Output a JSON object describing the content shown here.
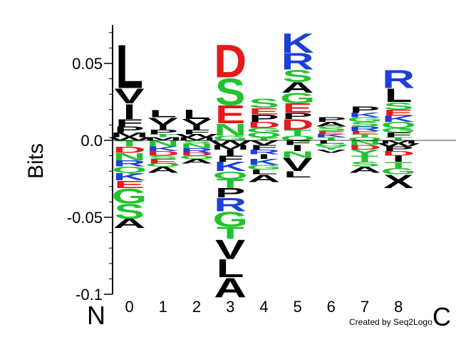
{
  "chart_data": {
    "type": "sequence_logo",
    "title": "",
    "ylabel": "Bits",
    "ylim": [
      -0.1,
      0.075
    ],
    "y_ticks": [
      {
        "value": 0.05,
        "label": "0.05"
      },
      {
        "value": 0.0,
        "label": "0.0"
      },
      {
        "value": -0.05,
        "label": "-0.05"
      },
      {
        "value": -0.1,
        "label": "-0.1"
      }
    ],
    "positions": [
      "0",
      "1",
      "2",
      "3",
      "4",
      "5",
      "6",
      "7",
      "8"
    ],
    "n_terminus_label": "N",
    "c_terminus_label": "C",
    "credit": "Created by Seq2Logo",
    "colors": {
      "acidic": "#e41a1c",
      "basic": "#1e3fd8",
      "polar": "#22c32e",
      "hydrophobic": "#000000"
    },
    "columns": [
      {
        "position": "0",
        "above": [
          {
            "l": "L",
            "h": 0.029
          },
          {
            "l": "V",
            "h": 0.01
          },
          {
            "l": "I",
            "h": 0.01
          },
          {
            "l": "F",
            "h": 0.005
          },
          {
            "l": "P",
            "h": 0.004
          },
          {
            "l": "M",
            "h": 0.003
          },
          {
            "l": "W",
            "h": 0.002
          }
        ],
        "below": [
          {
            "l": "T",
            "h": 0.004
          },
          {
            "l": "D",
            "h": 0.004
          },
          {
            "l": "N",
            "h": 0.005
          },
          {
            "l": "R",
            "h": 0.004
          },
          {
            "l": "Q",
            "h": 0.004
          },
          {
            "l": "K",
            "h": 0.005
          },
          {
            "l": "E",
            "h": 0.005
          },
          {
            "l": "G",
            "h": 0.01
          },
          {
            "l": "S",
            "h": 0.01
          },
          {
            "l": "A",
            "h": 0.006
          }
        ]
      },
      {
        "position": "1",
        "above": [
          {
            "l": "L",
            "h": 0.005
          },
          {
            "l": "V",
            "h": 0.005
          },
          {
            "l": "I",
            "h": 0.003
          },
          {
            "l": "P",
            "h": 0.003
          },
          {
            "l": "T",
            "h": 0.002
          },
          {
            "l": "M",
            "h": 0.002
          }
        ],
        "below": [
          {
            "l": "N",
            "h": 0.004
          },
          {
            "l": "K",
            "h": 0.003
          },
          {
            "l": "D",
            "h": 0.003
          },
          {
            "l": "S",
            "h": 0.002
          },
          {
            "l": "E",
            "h": 0.003
          },
          {
            "l": "Q",
            "h": 0.002
          },
          {
            "l": "A",
            "h": 0.004
          }
        ]
      },
      {
        "position": "2",
        "above": [
          {
            "l": "L",
            "h": 0.006
          },
          {
            "l": "V",
            "h": 0.004
          },
          {
            "l": "I",
            "h": 0.003
          },
          {
            "l": "F",
            "h": 0.003
          },
          {
            "l": "W",
            "h": 0.002
          },
          {
            "l": "M",
            "h": 0.002
          }
        ],
        "below": [
          {
            "l": "S",
            "h": 0.002
          },
          {
            "l": "N",
            "h": 0.003
          },
          {
            "l": "R",
            "h": 0.003
          },
          {
            "l": "D",
            "h": 0.002
          },
          {
            "l": "Q",
            "h": 0.002
          },
          {
            "l": "A",
            "h": 0.003
          }
        ]
      },
      {
        "position": "3",
        "above": [
          {
            "l": "D",
            "h": 0.022
          },
          {
            "l": "S",
            "h": 0.018
          },
          {
            "l": "E",
            "h": 0.012
          },
          {
            "l": "N",
            "h": 0.008
          },
          {
            "l": "G",
            "h": 0.003
          }
        ],
        "below": [
          {
            "l": "W",
            "h": 0.003
          },
          {
            "l": "M",
            "h": 0.003
          },
          {
            "l": "I",
            "h": 0.004
          },
          {
            "l": "F",
            "h": 0.004
          },
          {
            "l": "K",
            "h": 0.006
          },
          {
            "l": "Q",
            "h": 0.005
          },
          {
            "l": "T",
            "h": 0.006
          },
          {
            "l": "P",
            "h": 0.006
          },
          {
            "l": "R",
            "h": 0.009
          },
          {
            "l": "G",
            "h": 0.01
          },
          {
            "l": "T",
            "h": 0.008
          },
          {
            "l": "V",
            "h": 0.013
          },
          {
            "l": "L",
            "h": 0.012
          },
          {
            "l": "A",
            "h": 0.013
          }
        ]
      },
      {
        "position": "4",
        "above": [
          {
            "l": "S",
            "h": 0.006
          },
          {
            "l": "E",
            "h": 0.004
          },
          {
            "l": "P",
            "h": 0.005
          },
          {
            "l": "D",
            "h": 0.004
          },
          {
            "l": "G",
            "h": 0.003
          },
          {
            "l": "Q",
            "h": 0.003
          },
          {
            "l": "T",
            "h": 0.002
          }
        ],
        "below": [
          {
            "l": "V",
            "h": 0.003
          },
          {
            "l": "F",
            "h": 0.003
          },
          {
            "l": "R",
            "h": 0.003
          },
          {
            "l": "I",
            "h": 0.003
          },
          {
            "l": "K",
            "h": 0.004
          },
          {
            "l": "G",
            "h": 0.003
          },
          {
            "l": "L",
            "h": 0.003
          },
          {
            "l": "A",
            "h": 0.005
          }
        ]
      },
      {
        "position": "5",
        "above": [
          {
            "l": "K",
            "h": 0.013
          },
          {
            "l": "R",
            "h": 0.011
          },
          {
            "l": "S",
            "h": 0.008
          },
          {
            "l": "A",
            "h": 0.007
          },
          {
            "l": "G",
            "h": 0.007
          },
          {
            "l": "E",
            "h": 0.006
          },
          {
            "l": "P",
            "h": 0.004
          },
          {
            "l": "D",
            "h": 0.007
          },
          {
            "l": "T",
            "h": 0.004
          },
          {
            "l": "Q",
            "h": 0.003
          }
        ],
        "below": [
          {
            "l": "F",
            "h": 0.003
          },
          {
            "l": "I",
            "h": 0.004
          },
          {
            "l": "N",
            "h": 0.004
          },
          {
            "l": "V",
            "h": 0.009
          },
          {
            "l": "L",
            "h": 0.004
          }
        ]
      },
      {
        "position": "6",
        "above": [
          {
            "l": "P",
            "h": 0.003
          },
          {
            "l": "A",
            "h": 0.003
          },
          {
            "l": "S",
            "h": 0.003
          },
          {
            "l": "E",
            "h": 0.002
          },
          {
            "l": "K",
            "h": 0.002
          },
          {
            "l": "T",
            "h": 0.002
          }
        ],
        "below": [
          {
            "l": "L",
            "h": 0.002
          },
          {
            "l": "G",
            "h": 0.002
          },
          {
            "l": "Y",
            "h": 0.002
          },
          {
            "l": "V",
            "h": 0.002
          }
        ]
      },
      {
        "position": "7",
        "above": [
          {
            "l": "P",
            "h": 0.004
          },
          {
            "l": "K",
            "h": 0.003
          },
          {
            "l": "G",
            "h": 0.003
          },
          {
            "l": "S",
            "h": 0.003
          },
          {
            "l": "R",
            "h": 0.003
          },
          {
            "l": "E",
            "h": 0.002
          },
          {
            "l": "T",
            "h": 0.002
          },
          {
            "l": "Q",
            "h": 0.002
          }
        ],
        "below": [
          {
            "l": "N",
            "h": 0.003
          },
          {
            "l": "D",
            "h": 0.003
          },
          {
            "l": "Y",
            "h": 0.004
          },
          {
            "l": "T",
            "h": 0.004
          },
          {
            "l": "S",
            "h": 0.003
          },
          {
            "l": "A",
            "h": 0.004
          }
        ]
      },
      {
        "position": "8",
        "above": [
          {
            "l": "R",
            "h": 0.012
          },
          {
            "l": "L",
            "h": 0.009
          },
          {
            "l": "S",
            "h": 0.005
          },
          {
            "l": "E",
            "h": 0.004
          },
          {
            "l": "K",
            "h": 0.004
          },
          {
            "l": "Q",
            "h": 0.004
          },
          {
            "l": "G",
            "h": 0.003
          },
          {
            "l": "F",
            "h": 0.003
          },
          {
            "l": "T",
            "h": 0.002
          }
        ],
        "below": [
          {
            "l": "M",
            "h": 0.002
          },
          {
            "l": "W",
            "h": 0.002
          },
          {
            "l": "P",
            "h": 0.003
          },
          {
            "l": "D",
            "h": 0.003
          },
          {
            "l": "I",
            "h": 0.004
          },
          {
            "l": "T",
            "h": 0.004
          },
          {
            "l": "G",
            "h": 0.004
          },
          {
            "l": "X",
            "h": 0.009
          }
        ]
      }
    ]
  }
}
